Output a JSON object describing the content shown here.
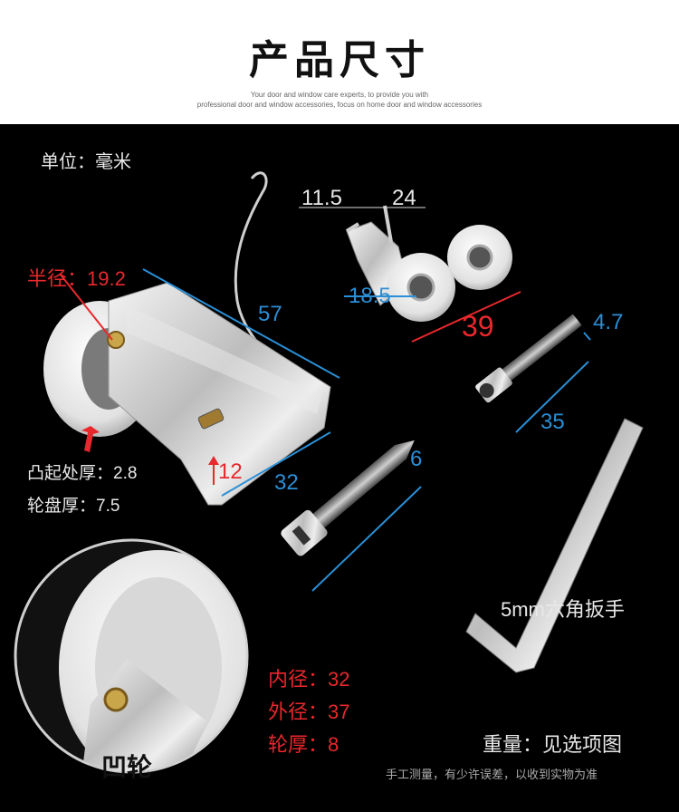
{
  "header": {
    "title": "产品尺寸",
    "subtitle_line1": "Your door and window care experts, to provide you with",
    "subtitle_line2": "professional door and window accessories, focus on home door and window accessories"
  },
  "panel": {
    "unit": "单位：毫米",
    "radius": "半径：19.2",
    "dim_57": "57",
    "dim_11_5": "11.5",
    "dim_24": "24",
    "dim_18_5": "18.5",
    "dim_39": "39",
    "dim_4_7": "4.7",
    "dim_35": "35",
    "dim_6": "6",
    "dim_12": "12",
    "dim_32": "32",
    "protrusion": "凸起处厚：2.8",
    "disc_thickness": "轮盘厚：7.5",
    "wrench": "5mm六角扳手",
    "inner_diameter": "内径：32",
    "outer_diameter": "外径：37",
    "wheel_thickness": "轮厚：8",
    "concave_wheel": "凹轮",
    "weight": "重量：见选项图",
    "disclaimer": "手工测量，有少许误差，以收到实物为准"
  },
  "colors": {
    "red": "#e8282c",
    "blue": "#2a8fd6",
    "background": "#000000"
  }
}
